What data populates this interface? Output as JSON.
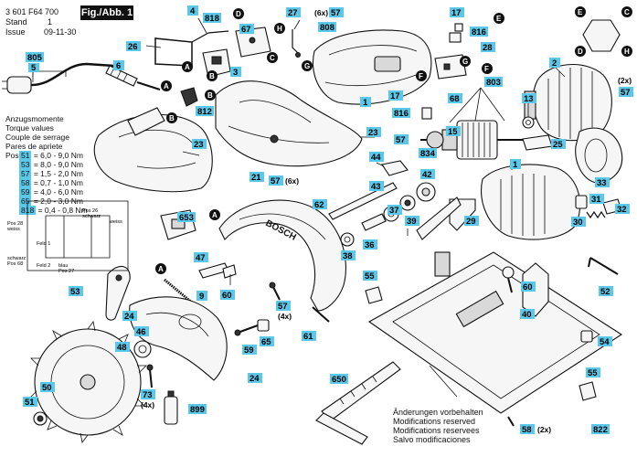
{
  "header": {
    "part_number": "3 601 F64 700",
    "stand_label": "Stand",
    "stand_value": "1",
    "issue_label": "Issue",
    "issue_value": "09-11-30",
    "figure": "Fig./Abb. 1"
  },
  "torque_table": {
    "titles": [
      "Anzugsmomente",
      "Torque values",
      "Couple de serrage",
      "Pares de apriete"
    ],
    "rows": [
      {
        "pos_label": "Pos",
        "pos": "51",
        "value": "= 6,0 - 9,0 Nm"
      },
      {
        "pos_label": "",
        "pos": "53",
        "value": "= 8,0 - 9,0 Nm"
      },
      {
        "pos_label": "",
        "pos": "57",
        "value": "= 1,5 - 2,0 Nm"
      },
      {
        "pos_label": "",
        "pos": "58",
        "value": "= 0,7 - 1,0 Nm"
      },
      {
        "pos_label": "",
        "pos": "59",
        "value": "= 4,0 - 6,0 Nm"
      },
      {
        "pos_label": "",
        "pos": "65",
        "value": "= 2,0 - 3,0 Nm"
      },
      {
        "pos_label": "",
        "pos": "818",
        "value": "= 0,4 - 0,8 Nm"
      }
    ]
  },
  "notes": [
    "Änderungen vorbehalten",
    "Modifications reserved",
    "Modifications reservees",
    "Salvo modificaciones"
  ],
  "schematic": {
    "texts": [
      "Pos 28",
      "weiss",
      "Pos 26",
      "schwarz",
      "Feld 1",
      "Feld 2",
      "schwarz",
      "Pos 68",
      "blau",
      "Pos 27",
      "weiss"
    ]
  },
  "callouts": [
    {
      "id": "c805",
      "text": "805"
    },
    {
      "id": "c5",
      "text": "5"
    },
    {
      "id": "c6",
      "text": "6"
    },
    {
      "id": "c4",
      "text": "4"
    },
    {
      "id": "c818a",
      "text": "818"
    },
    {
      "id": "c26",
      "text": "26"
    },
    {
      "id": "c3",
      "text": "3"
    },
    {
      "id": "c67",
      "text": "67"
    },
    {
      "id": "c812",
      "text": "812"
    },
    {
      "id": "c27",
      "text": "27"
    },
    {
      "id": "c57a",
      "text": "57"
    },
    {
      "id": "c808",
      "text": "808"
    },
    {
      "id": "c1a",
      "text": "1"
    },
    {
      "id": "c17a",
      "text": "17"
    },
    {
      "id": "c816a",
      "text": "816"
    },
    {
      "id": "c28",
      "text": "28"
    },
    {
      "id": "c23a",
      "text": "23"
    },
    {
      "id": "c23b",
      "text": "23"
    },
    {
      "id": "c803",
      "text": "803"
    },
    {
      "id": "c17b",
      "text": "17"
    },
    {
      "id": "c68",
      "text": "68"
    },
    {
      "id": "c816b",
      "text": "816"
    },
    {
      "id": "c13",
      "text": "13"
    },
    {
      "id": "c2",
      "text": "2"
    },
    {
      "id": "c57b",
      "text": "57"
    },
    {
      "id": "c15",
      "text": "15"
    },
    {
      "id": "c25",
      "text": "25"
    },
    {
      "id": "c57c",
      "text": "57"
    },
    {
      "id": "c57d",
      "text": "57"
    },
    {
      "id": "c834",
      "text": "834"
    },
    {
      "id": "c44",
      "text": "44"
    },
    {
      "id": "c43",
      "text": "43"
    },
    {
      "id": "c1b",
      "text": "1"
    },
    {
      "id": "c33",
      "text": "33"
    },
    {
      "id": "c21",
      "text": "21"
    },
    {
      "id": "c62",
      "text": "62"
    },
    {
      "id": "c42",
      "text": "42"
    },
    {
      "id": "c39",
      "text": "39"
    },
    {
      "id": "c653",
      "text": "653"
    },
    {
      "id": "c36",
      "text": "36"
    },
    {
      "id": "c37",
      "text": "37"
    },
    {
      "id": "c29",
      "text": "29"
    },
    {
      "id": "c31",
      "text": "31"
    },
    {
      "id": "c32",
      "text": "32"
    },
    {
      "id": "c38",
      "text": "38"
    },
    {
      "id": "c30",
      "text": "30"
    },
    {
      "id": "c47",
      "text": "47"
    },
    {
      "id": "c55a",
      "text": "55"
    },
    {
      "id": "c53",
      "text": "53"
    },
    {
      "id": "c9",
      "text": "9"
    },
    {
      "id": "c60a",
      "text": "60"
    },
    {
      "id": "c60b",
      "text": "60"
    },
    {
      "id": "c52",
      "text": "52"
    },
    {
      "id": "c57e",
      "text": "57"
    },
    {
      "id": "c40",
      "text": "40"
    },
    {
      "id": "c24a",
      "text": "24"
    },
    {
      "id": "c46",
      "text": "46"
    },
    {
      "id": "c61",
      "text": "61"
    },
    {
      "id": "c65",
      "text": "65"
    },
    {
      "id": "c54",
      "text": "54"
    },
    {
      "id": "c48",
      "text": "48"
    },
    {
      "id": "c59",
      "text": "59"
    },
    {
      "id": "c24b",
      "text": "24"
    },
    {
      "id": "c650",
      "text": "650"
    },
    {
      "id": "c55b",
      "text": "55"
    },
    {
      "id": "c50",
      "text": "50"
    },
    {
      "id": "c73",
      "text": "73"
    },
    {
      "id": "c899",
      "text": "899"
    },
    {
      "id": "c51",
      "text": "51"
    },
    {
      "id": "c58",
      "text": "58"
    },
    {
      "id": "c822",
      "text": "822"
    }
  ],
  "quantities": [
    {
      "id": "q6x_top",
      "text": "(6x)"
    },
    {
      "id": "q6x_mid",
      "text": "(6x)"
    },
    {
      "id": "q2x_right",
      "text": "(2x)"
    },
    {
      "id": "q4x_57",
      "text": "(4x)"
    },
    {
      "id": "q4x_73",
      "text": "(4x)"
    },
    {
      "id": "q2x_58",
      "text": "(2x)"
    }
  ],
  "markers": [
    {
      "id": "mA1",
      "text": "A"
    },
    {
      "id": "mB1",
      "text": "B"
    },
    {
      "id": "mA2",
      "text": "A"
    },
    {
      "id": "mB2",
      "text": "B"
    },
    {
      "id": "mB3",
      "text": "B"
    },
    {
      "id": "mD1",
      "text": "D"
    },
    {
      "id": "mC1",
      "text": "C"
    },
    {
      "id": "mH1",
      "text": "H"
    },
    {
      "id": "mG1",
      "text": "G"
    },
    {
      "id": "mE1",
      "text": "E"
    },
    {
      "id": "mG2",
      "text": "G"
    },
    {
      "id": "mF1",
      "text": "F"
    },
    {
      "id": "mF2",
      "text": "F"
    },
    {
      "id": "mE2",
      "text": "E"
    },
    {
      "id": "mC2",
      "text": "C"
    },
    {
      "id": "mD2",
      "text": "D"
    },
    {
      "id": "mH2",
      "text": "H"
    },
    {
      "id": "mA3",
      "text": "A"
    },
    {
      "id": "mA4",
      "text": "A"
    }
  ],
  "brand_text": "BOSCH",
  "colors": {
    "callout_fill": "#5bc8ea",
    "ink": "#111111",
    "part_fill": "#f6f6f6"
  }
}
